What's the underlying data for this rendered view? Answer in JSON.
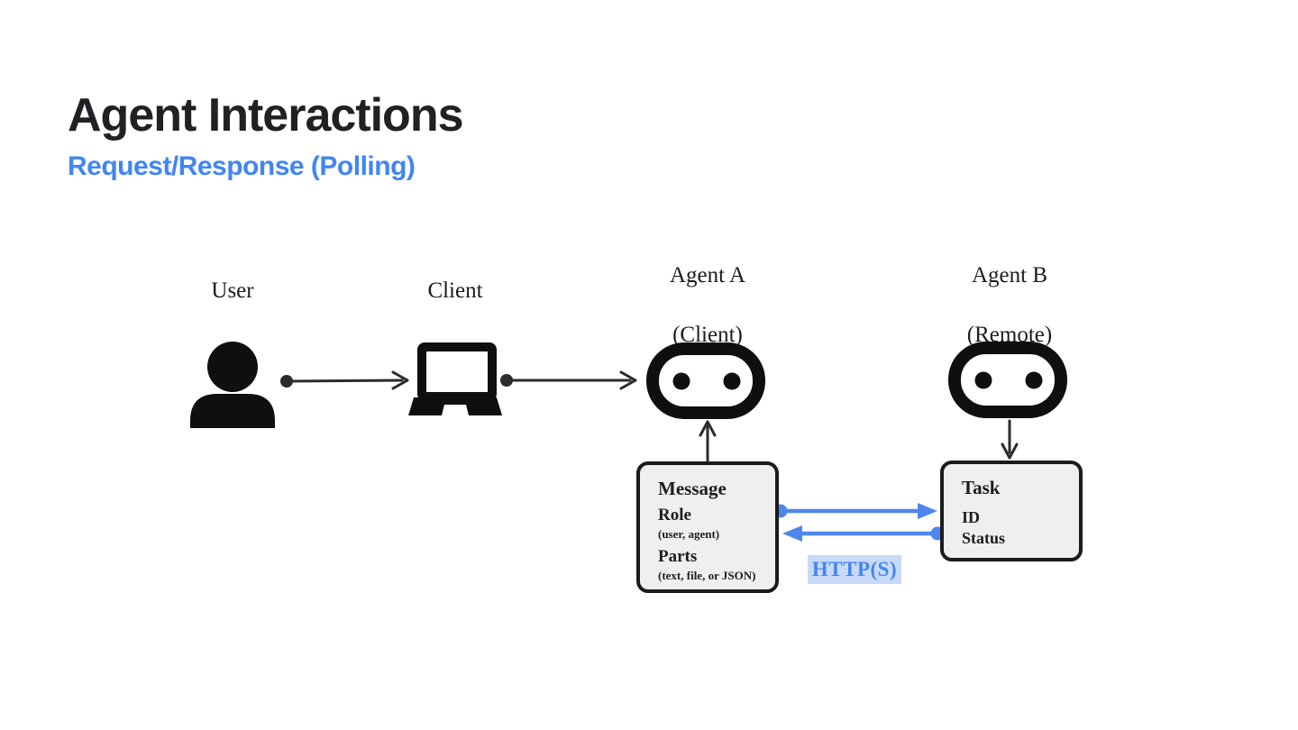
{
  "slide": {
    "title": "Agent Interactions",
    "subtitle": "Request/Response (Polling)"
  },
  "colors": {
    "title": "#202124",
    "accent_blue": "#4285f4",
    "arrow_blue": "#4e86ec",
    "http_highlight": "#c9daf8",
    "box_fill": "#efefed",
    "box_border": "#1b1b1b",
    "ink": "#222222"
  },
  "nodes": {
    "user": {
      "label": "User"
    },
    "client": {
      "label": "Client"
    },
    "agent_a": {
      "label": "Agent A",
      "sublabel": "(Client)"
    },
    "agent_b": {
      "label": "Agent B",
      "sublabel": "(Remote)"
    }
  },
  "message_box": {
    "title": "Message",
    "field1": "Role",
    "field1_detail": "(user, agent)",
    "field2": "Parts",
    "field2_detail": "(text, file, or JSON)"
  },
  "task_box": {
    "title": "Task",
    "field1": "ID",
    "field2": "Status"
  },
  "connection": {
    "label": "HTTP(S)"
  },
  "icons": {
    "user": "person-silhouette",
    "client": "laptop",
    "agent_a": "robot-face",
    "agent_b": "robot-face"
  }
}
